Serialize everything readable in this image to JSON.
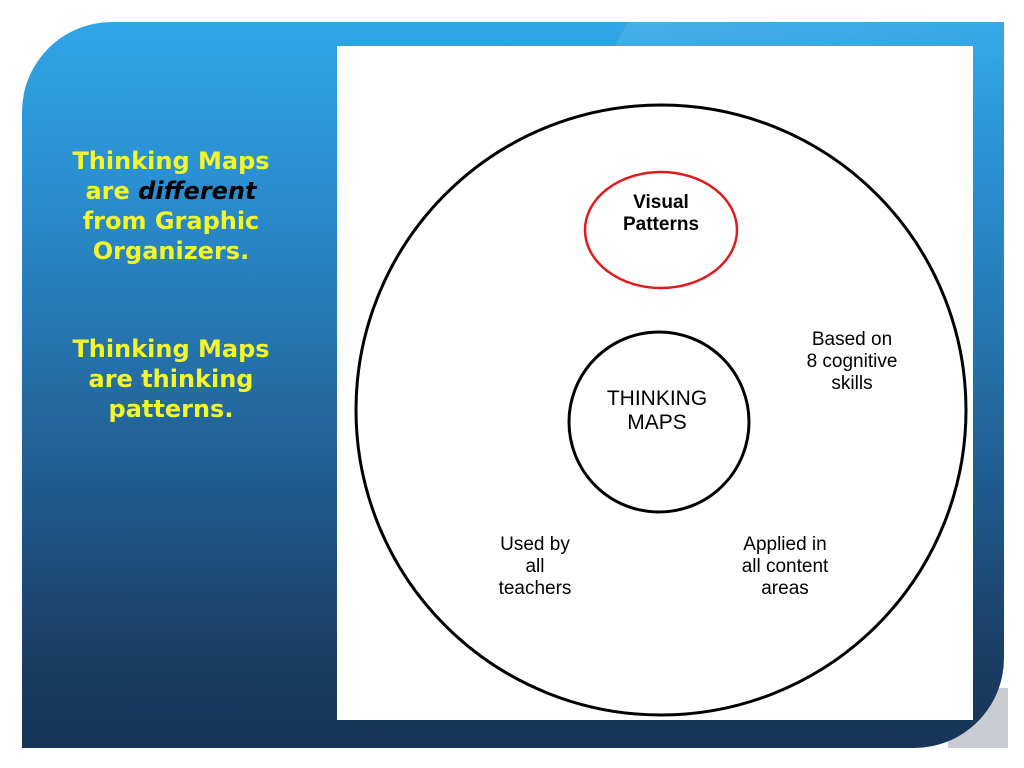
{
  "slide": {
    "text_blocks": [
      {
        "lines": [
          {
            "segments": [
              {
                "text": "Thinking Maps",
                "emphasis": false
              }
            ]
          },
          {
            "segments": [
              {
                "text": "are ",
                "emphasis": false
              },
              {
                "text": "different",
                "emphasis": true
              }
            ]
          },
          {
            "segments": [
              {
                "text": "from Graphic",
                "emphasis": false
              }
            ]
          },
          {
            "segments": [
              {
                "text": "Organizers.",
                "emphasis": false
              }
            ]
          }
        ]
      },
      {
        "lines": [
          {
            "segments": [
              {
                "text": "Thinking Maps",
                "emphasis": false
              }
            ]
          },
          {
            "segments": [
              {
                "text": "are thinking",
                "emphasis": false
              }
            ]
          },
          {
            "segments": [
              {
                "text": "patterns.",
                "emphasis": false
              }
            ]
          }
        ]
      }
    ],
    "colors": {
      "text_yellow": "#f5f52a",
      "emphasis_black": "#000000",
      "highlight_red": "#e01b1b"
    }
  },
  "diagram": {
    "center": [
      "THINKING",
      "MAPS"
    ],
    "highlighted": [
      "Visual",
      "Patterns"
    ],
    "right": [
      "Based on",
      "8 cognitive",
      "skills"
    ],
    "bottom_left": [
      "Used by",
      "all",
      "teachers"
    ],
    "bottom_right": [
      "Applied in",
      "all content",
      "areas"
    ]
  }
}
